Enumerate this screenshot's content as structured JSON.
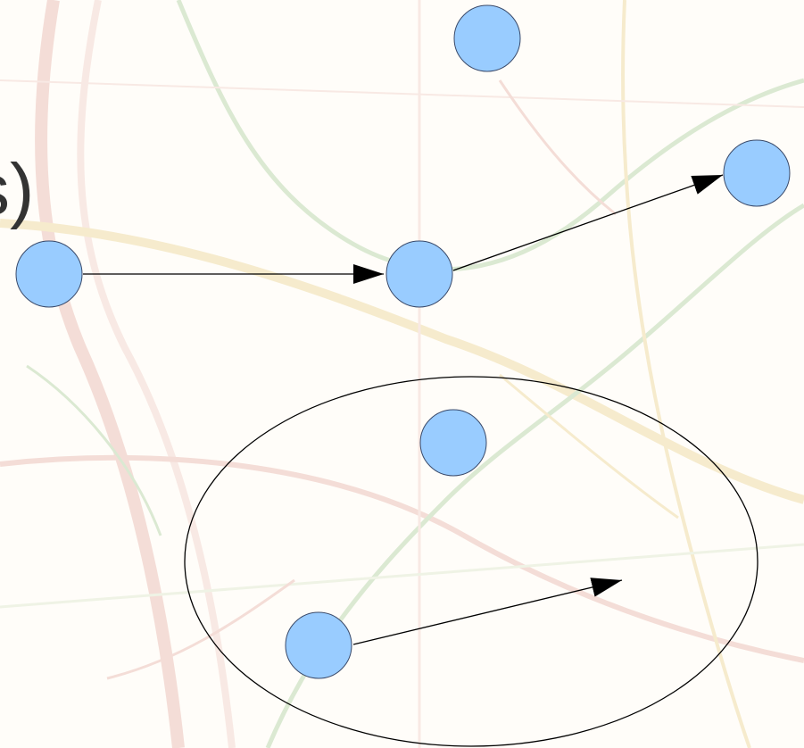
{
  "slide": {
    "title_fragment": "s)"
  },
  "diagram": {
    "nodes": [
      {
        "id": "node-top",
        "label": ""
      },
      {
        "id": "node-right",
        "label": ""
      },
      {
        "id": "node-left",
        "label": ""
      },
      {
        "id": "node-middle",
        "label": ""
      },
      {
        "id": "node-group-top",
        "label": ""
      },
      {
        "id": "node-group-bottom",
        "label": ""
      }
    ],
    "edges": [
      {
        "from": "node-left",
        "to": "node-middle"
      },
      {
        "from": "node-middle",
        "to": "node-right"
      },
      {
        "from": "node-group-bottom",
        "to": "open-end"
      }
    ],
    "groups": [
      {
        "id": "group-ellipse",
        "members": [
          "node-group-top",
          "node-group-bottom"
        ]
      }
    ]
  },
  "colors": {
    "node_fill": "#99ccff",
    "node_stroke": "#3a4a6a",
    "edge_stroke": "#000000",
    "group_stroke": "#000000",
    "map_lines_green": "#cfe3c6",
    "map_lines_red": "#f1d3cc",
    "map_lines_yellow": "#f3e6bf",
    "background": "#fffdf9"
  }
}
